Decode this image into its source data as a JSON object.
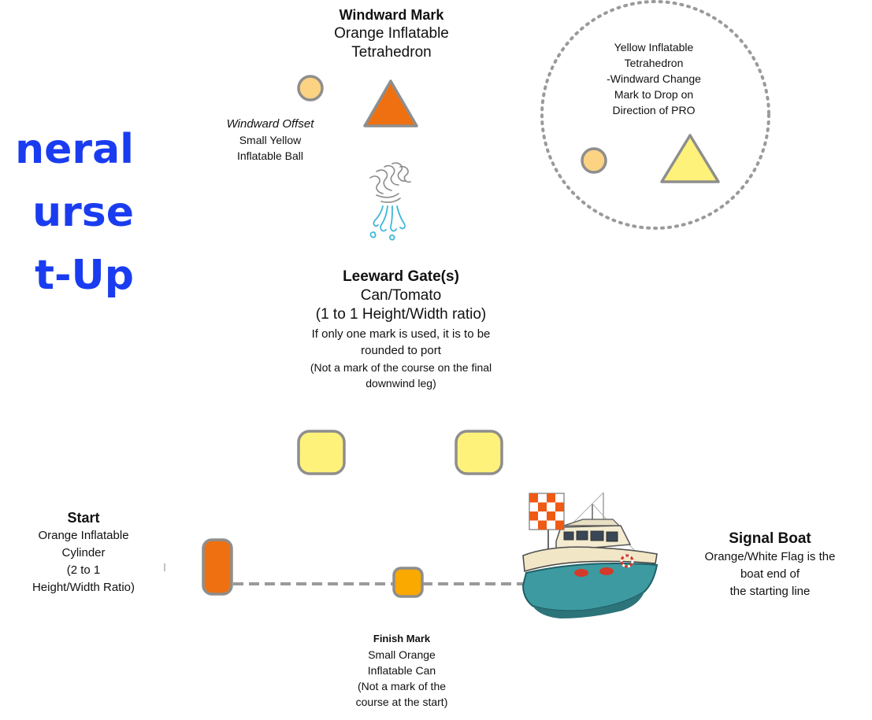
{
  "title_lines": [
    "neral",
    "urse",
    "t-Up"
  ],
  "windward_mark": {
    "heading": "Windward Mark",
    "lines": [
      "Orange Inflatable",
      "Tetrahedron"
    ]
  },
  "windward_offset": {
    "heading": "Windward Offset",
    "lines": [
      "Small Yellow",
      "Inflatable  Ball"
    ]
  },
  "change_mark": {
    "lines": [
      "Yellow Inflatable",
      "Tetrahedron",
      "-Windward Change",
      "Mark to Drop on",
      "Direction of PRO"
    ]
  },
  "leeward_gate": {
    "heading": "Leeward Gate(s)",
    "line1": "Can/Tomato",
    "line2": "(1 to 1 Height/Width ratio)",
    "line3": "If only one mark is used, it is to be",
    "line4": "rounded to port",
    "line5": "(Not a mark of the course on the final",
    "line6": "downwind leg)"
  },
  "start": {
    "heading": "Start",
    "lines": [
      "Orange Inflatable",
      "Cylinder",
      "(2 to 1",
      "Height/Width Ratio)"
    ]
  },
  "signal_boat": {
    "heading": "Signal Boat",
    "lines": [
      "Orange/White Flag is the",
      "boat end of",
      "the starting line"
    ]
  },
  "finish_mark": {
    "heading": "Finish Mark",
    "lines": [
      "Small Orange",
      "Inflatable Can",
      "(Not a mark of the",
      "course at the start)"
    ]
  },
  "colors": {
    "title_blue": "#1a3cf0",
    "mark_orange": "#ef7011",
    "mark_yellow": "#fff27a",
    "ball_yellow": "#fcd283",
    "finish_orange": "#f9a900",
    "outline_gray": "#8e8e8e",
    "boat_teal": "#3d9aa0"
  },
  "icons": [
    "wind-icon",
    "signal-boat-icon",
    "checkered-flag-icon"
  ]
}
